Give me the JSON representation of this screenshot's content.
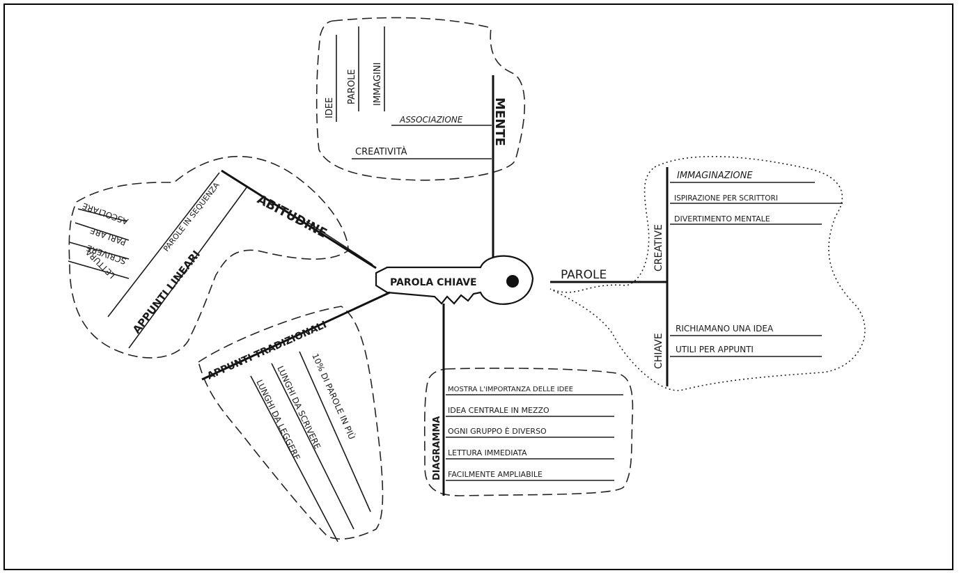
{
  "center": {
    "label": "PAROLA CHIAVE"
  },
  "mente": {
    "title": "MENTE",
    "col_1": "IDEE",
    "col_2": "PAROLE",
    "col_3": "IMMAGINI",
    "association": "ASSOCIAZIONE",
    "creativity": "CREATIVITÀ"
  },
  "abitudine": {
    "title": "ABITUDINE",
    "sequence": "PAROLE IN SEQUENZA",
    "linear": "APPUNTI LINEARI",
    "items": [
      "ASCOLTARE",
      "PARLARE",
      "SCRIVERE",
      "LETTURA"
    ]
  },
  "parole": {
    "title": "PAROLE",
    "creative_label": "CREATIVE",
    "creative_items": [
      "IMMAGINAZIONE",
      "ISPIRAZIONE PER SCRITTORI",
      "DIVERTIMENTO MENTALE"
    ],
    "chiave_label": "CHIAVE",
    "chiave_items": [
      "RICHIAMANO UNA IDEA",
      "UTILI PER APPUNTI"
    ]
  },
  "tradizionali": {
    "title": "APPUNTI TRADIZIONALI",
    "items": [
      "10% DI PAROLE IN PIÙ",
      "LUNGHI DA SCRIVERE",
      "LUNGHI DA LEGGERE"
    ]
  },
  "diagramma": {
    "title": "DIAGRAMMA",
    "items": [
      "MOSTRA L'IMPORTANZA DELLE IDEE",
      "IDEA CENTRALE IN MEZZO",
      "OGNI GRUPPO È DIVERSO",
      "LETTURA IMMEDIATA",
      "FACILMENTE AMPLIABILE"
    ]
  }
}
